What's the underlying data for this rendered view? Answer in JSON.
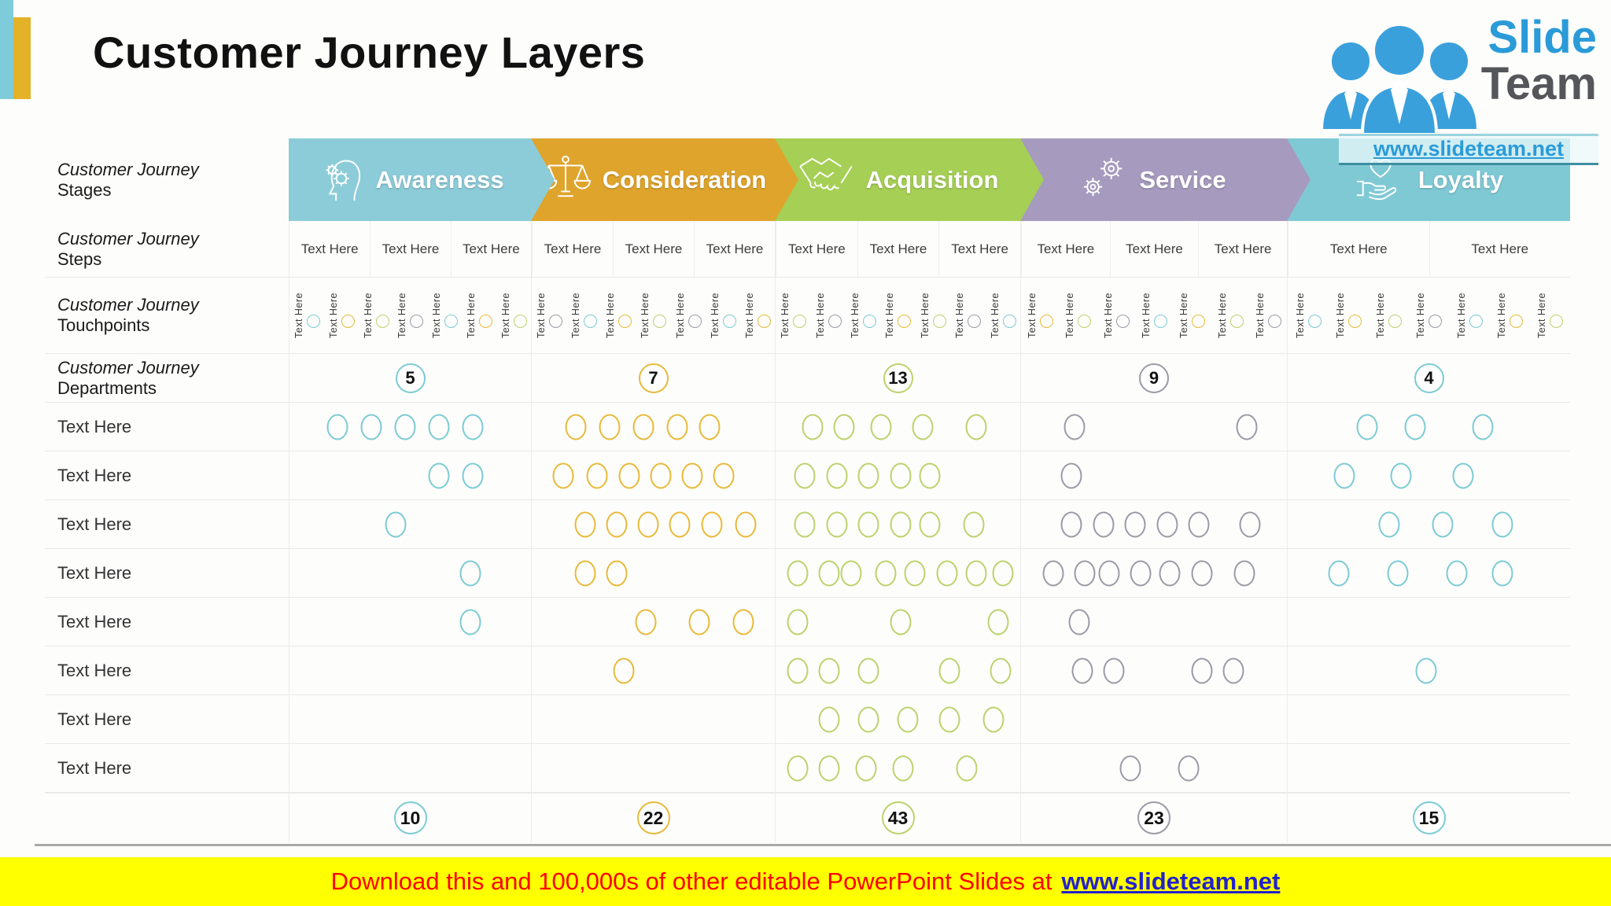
{
  "title": "Customer Journey Layers",
  "logo": {
    "word1": "Slide",
    "word2": "Team",
    "url": "www.slideteam.net"
  },
  "footer": {
    "text": "Download this and 100,000s of other editable PowerPoint Slides at",
    "link": "www.slideteam.net"
  },
  "colors": {
    "accent_teal": "#7ecbd9",
    "accent_yellow": "#e4b227",
    "stage_fills": [
      "#8cccd9",
      "#dfa42c",
      "#a6cf55",
      "#a69bbe",
      "#7fc9d5"
    ],
    "circle_teal": "#7ccbd4",
    "circle_yellow": "#e8ba39",
    "circle_green": "#bcd26c",
    "circle_gray": "#9e99a6"
  },
  "row_labels": {
    "stages": {
      "line1": "Customer Journey",
      "line2": "Stages"
    },
    "steps": {
      "line1": "Customer Journey",
      "line2": "Steps"
    },
    "touchpoints": {
      "line1": "Customer Journey",
      "line2": "Touchpoints"
    },
    "departments": {
      "line1": "Customer Journey",
      "line2": "Departments"
    }
  },
  "stages": [
    {
      "label": "Awareness",
      "icon": "head-gears-icon"
    },
    {
      "label": "Consideration",
      "icon": "scale-icon"
    },
    {
      "label": "Acquisition",
      "icon": "handshake-icon"
    },
    {
      "label": "Service",
      "icon": "gears-icon"
    },
    {
      "label": "Loyalty",
      "icon": "hand-heart-icon"
    }
  ],
  "stage_circle_colors": [
    "teal",
    "yellow",
    "green",
    "gray",
    "teal"
  ],
  "steps": {
    "label": "Text Here",
    "per_stage": [
      3,
      3,
      3,
      3,
      2
    ]
  },
  "touchpoints": {
    "label": "Text Here",
    "per_stage": [
      7,
      7,
      7,
      7,
      7
    ],
    "color_cycle": [
      "teal",
      "yellow",
      "green",
      "gray"
    ]
  },
  "departments": {
    "values": [
      "5",
      "7",
      "13",
      "9",
      "4"
    ]
  },
  "totals": {
    "values": [
      "10",
      "22",
      "43",
      "23",
      "15"
    ]
  },
  "matrix_rows": [
    {
      "label": "Text Here",
      "cells": [
        [
          20,
          34,
          48,
          62,
          76
        ],
        [
          18,
          32,
          46,
          60,
          73
        ],
        [
          15,
          28,
          43,
          60,
          82
        ],
        [
          20,
          85
        ],
        [
          28,
          45,
          69
        ]
      ]
    },
    {
      "label": "Text Here",
      "cells": [
        [
          62,
          76
        ],
        [
          13,
          27,
          40,
          53,
          66,
          79
        ],
        [
          12,
          25,
          38,
          51,
          63
        ],
        [
          19
        ],
        [
          20,
          40,
          62
        ]
      ]
    },
    {
      "label": "Text Here",
      "cells": [
        [
          44
        ],
        [
          22,
          35,
          48,
          61,
          74,
          88
        ],
        [
          12,
          25,
          38,
          51,
          63,
          81
        ],
        [
          19,
          31,
          43,
          55,
          67,
          86
        ],
        [
          36,
          55,
          76
        ]
      ]
    },
    {
      "label": "Text Here",
      "cells": [
        [
          75
        ],
        [
          22,
          35
        ],
        [
          9,
          22,
          31,
          45,
          57,
          70,
          82,
          93
        ],
        [
          12,
          24,
          33,
          45,
          56,
          68,
          84
        ],
        [
          18,
          39,
          60,
          76
        ]
      ]
    },
    {
      "label": "Text Here",
      "cells": [
        [
          75
        ],
        [
          47,
          69,
          87
        ],
        [
          9,
          51,
          91
        ],
        [
          22
        ],
        []
      ]
    },
    {
      "label": "Text Here",
      "cells": [
        [],
        [
          38
        ],
        [
          9,
          22,
          38,
          71,
          92
        ],
        [
          23,
          35,
          68,
          80
        ],
        [
          49
        ]
      ]
    },
    {
      "label": "Text Here",
      "cells": [
        [],
        [],
        [
          22,
          38,
          54,
          71,
          89
        ],
        [],
        []
      ]
    },
    {
      "label": "Text Here",
      "cells": [
        [],
        [],
        [
          9,
          22,
          37,
          52,
          78
        ],
        [
          41,
          63
        ],
        []
      ]
    }
  ]
}
